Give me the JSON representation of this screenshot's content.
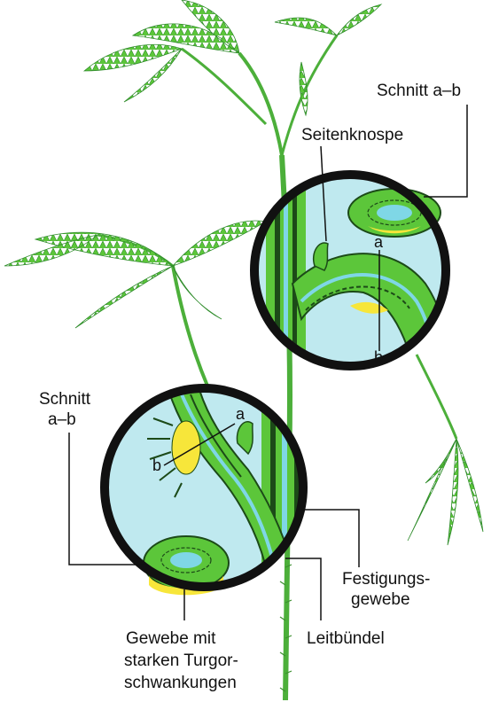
{
  "labels": {
    "section_top": "Schnitt a–b",
    "lateral_bud": "Seitenknospe",
    "section_left_line1": "Schnitt",
    "section_left_line2": "a–b",
    "support_tissue_line1": "Festigungs-",
    "support_tissue_line2": "gewebe",
    "vascular_bundle": "Leitbündel",
    "turgor_line1": "Gewebe mit",
    "turgor_line2": "starken Turgor-",
    "turgor_line3": "schwankungen",
    "mark_a": "a",
    "mark_b": "b"
  },
  "colors": {
    "leaf_green": "#5cc63a",
    "dark_green": "#2e8b2a",
    "light_blue": "#bfe9ef",
    "cyan": "#7fd7e6",
    "yellow": "#f7e63a",
    "outline": "#111111"
  }
}
